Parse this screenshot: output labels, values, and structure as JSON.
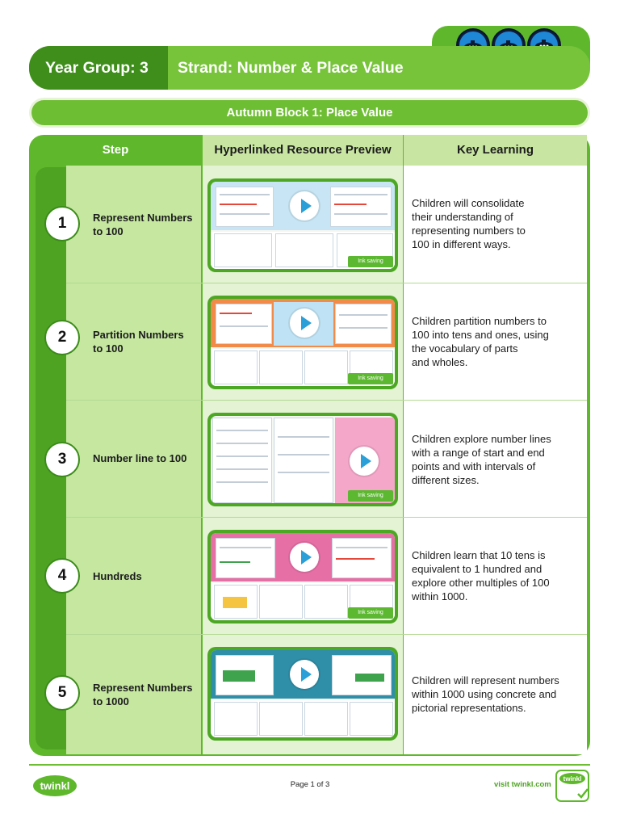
{
  "header": {
    "year_group": "Year Group: 3",
    "strand": "Strand: Number & Place Value",
    "badges": [
      "submarine-badge-1",
      "submarine-badge-2",
      "submarine-badge-3"
    ]
  },
  "block_title": "Autumn Block 1: Place Value",
  "columns": {
    "step": "Step",
    "resource": "Hyperlinked Resource Preview",
    "key": "Key Learning"
  },
  "rows": [
    {
      "num": "1",
      "step_line1": "Represent Numbers",
      "step_line2": "to 100",
      "key": [
        "Children will consolidate",
        "their understanding of",
        "representing numbers to",
        "100 in different ways."
      ],
      "preview_title": "Represent Numbers to 100"
    },
    {
      "num": "2",
      "step_line1": "Partition Numbers",
      "step_line2": "to 100",
      "key": [
        "Children partition numbers to",
        "100 into tens and ones, using",
        "the vocabulary of parts",
        "and wholes."
      ],
      "preview_title": "Partition Numbers to 100"
    },
    {
      "num": "3",
      "step_line1": "Number line to 100",
      "step_line2": "",
      "key": [
        "Children explore number lines",
        "with a range of start and end",
        "points and with intervals of",
        "different sizes."
      ],
      "preview_title": "Number Line to 100"
    },
    {
      "num": "4",
      "step_line1": "Hundreds",
      "step_line2": "",
      "key": [
        "Children learn that 10 tens is",
        "equivalent to 1 hundred and",
        "explore other multiples of 100",
        "within 1000."
      ],
      "preview_title": "Hundreds"
    },
    {
      "num": "5",
      "step_line1": "Represent Numbers",
      "step_line2": "to 1000",
      "key": [
        "Children will represent numbers",
        "within 1000 using concrete and",
        "pictorial representations.",
        ""
      ],
      "preview_title": "Represent Numbers to 1000"
    }
  ],
  "preview_badge": "Ink saving",
  "footer": {
    "logo": "twinkl",
    "page": "Page 1 of 3",
    "visit": "visit twinkl.com",
    "quality_badge": "twinkl"
  },
  "colors": {
    "dark_green": "#3f8e1c",
    "mid_green": "#5fb82c",
    "light_green": "#c5e7a0",
    "accent_blue": "#2a9fd8"
  }
}
